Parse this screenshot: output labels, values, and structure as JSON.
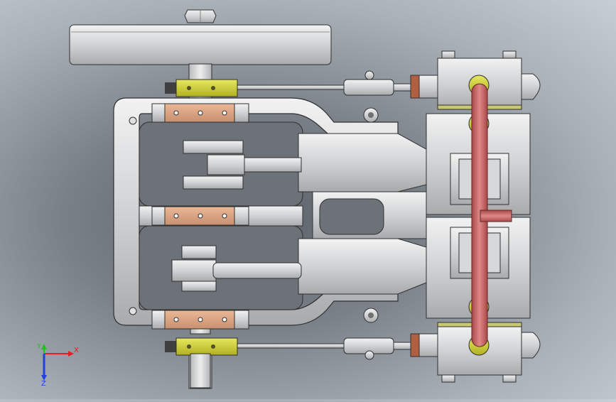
{
  "viewport": {
    "background_dark": "#5a6068",
    "background_light": "#c8ced6"
  },
  "model": {
    "parts": [
      "flywheel",
      "hex-nut-top",
      "crankshaft",
      "frame",
      "bearing-top",
      "bearing-middle",
      "bearing-bottom",
      "eccentric-top",
      "eccentric-bottom",
      "crank-web-top",
      "crank-web-bottom",
      "connecting-rod-top",
      "connecting-rod-bottom",
      "valve-rod-top",
      "valve-rod-bottom",
      "cylinder-block-top",
      "cylinder-block-bottom",
      "steam-pipe",
      "output-shaft"
    ],
    "colors": {
      "metal": "#d4d6d8",
      "metal_dark": "#9a9c9e",
      "brass": "#c8c828",
      "copper": "#d8a080",
      "pipe": "#c86868",
      "outline": "#303030"
    }
  },
  "triad": {
    "x_label": "X",
    "y_label": "Y",
    "z_label": "Z",
    "x_color": "#e02020",
    "y_color": "#20c020",
    "z_color": "#2040e0"
  }
}
